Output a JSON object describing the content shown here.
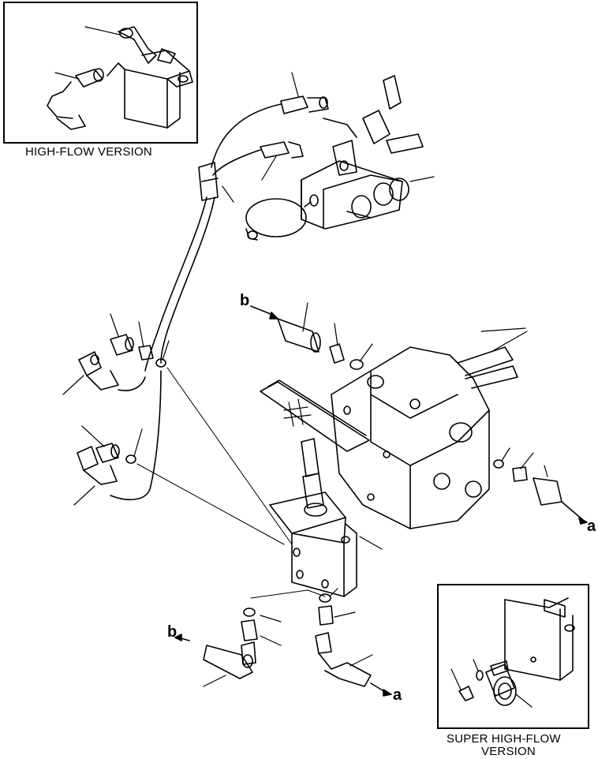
{
  "captions": {
    "high_flow": "HIGH-FLOW VERSION",
    "super_high_flow_line1": "SUPER HIGH-FLOW",
    "super_high_flow_line2": "VERSION"
  },
  "callouts": {
    "a_right": "a",
    "b_top": "b",
    "b_bottom": "b",
    "a_bottom": "a"
  }
}
